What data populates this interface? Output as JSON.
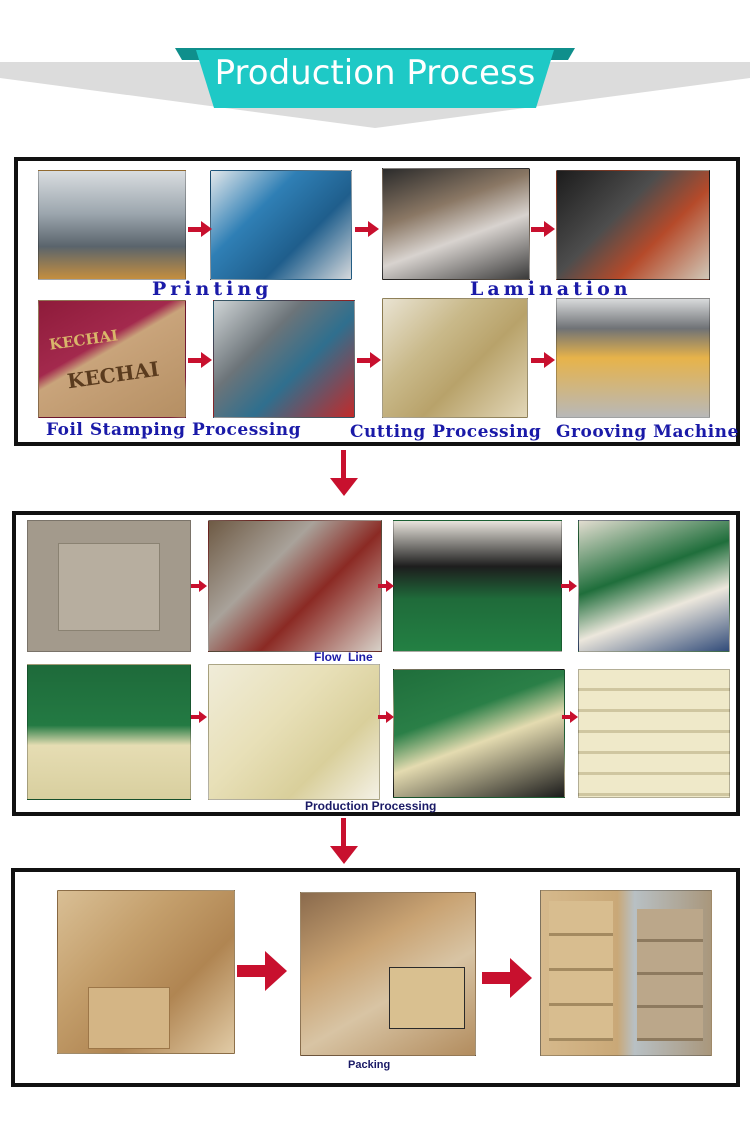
{
  "header": {
    "title": "Production Process",
    "band_color": "#dcdcdc",
    "banner_color": "#1ec9c6"
  },
  "section1": {
    "labels": {
      "printing": "Printing",
      "lamination": "Lamination",
      "foil": "Foil Stamping Processing",
      "cutting": "Cutting Processing",
      "grooving": "Grooving Machine"
    },
    "photo_text": {
      "brand_a": "KECHAI",
      "brand_b": "KECHAI"
    }
  },
  "section2": {
    "labels": {
      "flow_line": "Flow  Line",
      "production": "Production Processing"
    }
  },
  "section3": {
    "labels": {
      "packing": "Packing"
    }
  },
  "colors": {
    "arrow": "#c8102e",
    "label": "#1a1aa8",
    "border": "#111111"
  }
}
